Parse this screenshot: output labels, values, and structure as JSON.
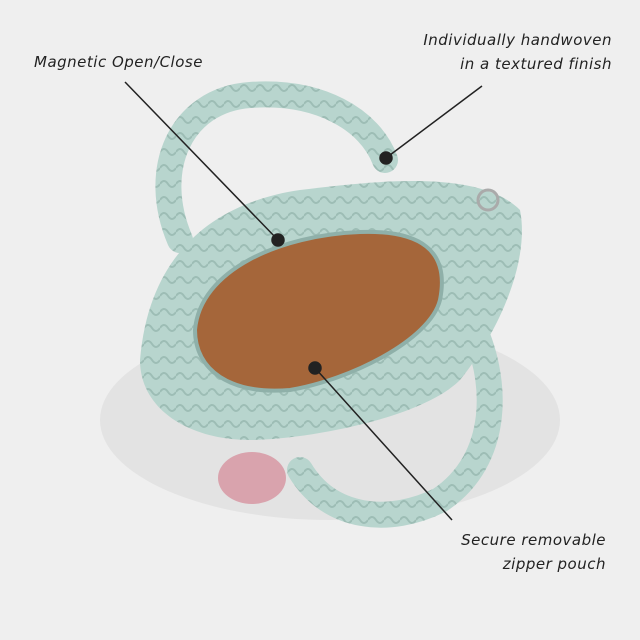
{
  "callouts": {
    "magnetic": "Magnetic Open/Close",
    "handwoven_line1": "Individually handwoven",
    "handwoven_line2": "in a textured finish",
    "pouch_line1": "Secure removable",
    "pouch_line2": "zipper pouch"
  },
  "colors": {
    "background": "#efefef",
    "bag": "#b8d5ce",
    "lining": "#a5663a",
    "text": "#222222"
  }
}
